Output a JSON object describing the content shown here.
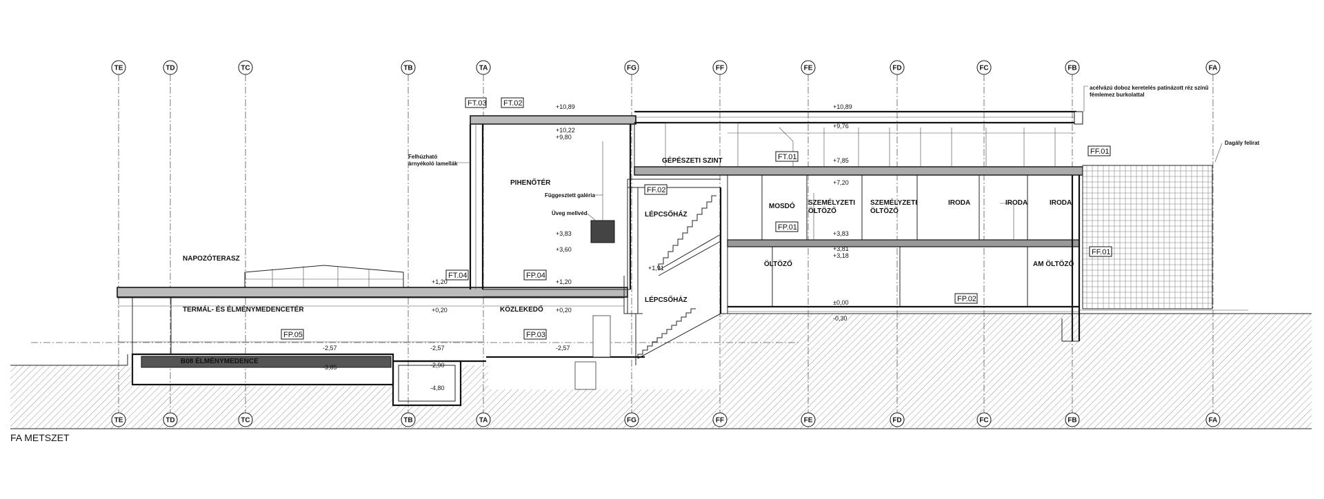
{
  "title": "FA METSZET",
  "axes": [
    "TE",
    "TD",
    "TC",
    "TB",
    "TA",
    "FG",
    "FF",
    "FE",
    "FD",
    "FC",
    "FB",
    "FA"
  ],
  "rooms": {
    "napozoterasz": "NAPOZÓTERASZ",
    "termal": "TERMÁL- ÉS ÉLMÉNYMEDENCETÉR",
    "b08": "B08 ÉLMÉNYMEDENCE",
    "pihenoter": "PIHENŐTÉR",
    "kozlekedo": "KÖZLEKEDŐ",
    "lepcsohaz1": "LÉPCSŐHÁZ",
    "lepcsohaz2": "LÉPCSŐHÁZ",
    "gepeszeti": "GÉPÉSZETI SZINT",
    "mosdo": "MOSDÓ",
    "szem1a": "SZEMÉLYZETI",
    "szem1b": "ÖLTÖZŐ",
    "szem2a": "SZEMÉLYZETI",
    "szem2b": "ÖLTÖZŐ",
    "iroda1": "IRODA",
    "iroda2": "IRODA",
    "iroda3": "IRODA",
    "oltozo": "ÖLTÖZŐ",
    "am_oltozo": "AM ÖLTÖZŐ"
  },
  "tags": {
    "ft03": "FT.03",
    "ft02": "FT.02",
    "ft04": "FT.04",
    "fp04": "FP.04",
    "fp03": "FP.03",
    "fp05": "FP.05",
    "ff02": "FF.02",
    "ft01": "FT.01",
    "fp01": "FP.01",
    "fp02": "FP.02",
    "ff01a": "FF.01",
    "ff01b": "FF.01"
  },
  "elevations": {
    "e1089a": "+10,89",
    "e1022": "+10,22",
    "e980": "+9,80",
    "e383a": "+3,83",
    "e360": "+3,60",
    "e120a": "+1,20",
    "e120b": "+1,20",
    "e191": "+1,91",
    "e020a": "+0,20",
    "e020b": "+0,20",
    "e257a": "-2,57",
    "e257b": "-2,57",
    "e257c": "-2,57",
    "e290": "-2,90",
    "e385": "-3,85",
    "e480": "-4,80",
    "e1089b": "+10,89",
    "e976": "+9,76",
    "e785": "+7,85",
    "e720": "+7,20",
    "e383b": "+3,83",
    "e381": "+3,81",
    "e318": "+3,18",
    "e000": "±0,00",
    "e030": "-0,30"
  },
  "notes": {
    "lamella1": "Felhúzható",
    "lamella2": "árnyékoló lamellák",
    "galeria": "Függesztett galéria",
    "melved": "Üveg mellvéd",
    "acel1": "acélvázú doboz keretelés patinázott réz színű",
    "acel2": "fémlemez burkolattal",
    "dagaly": "Dagály felirat"
  }
}
